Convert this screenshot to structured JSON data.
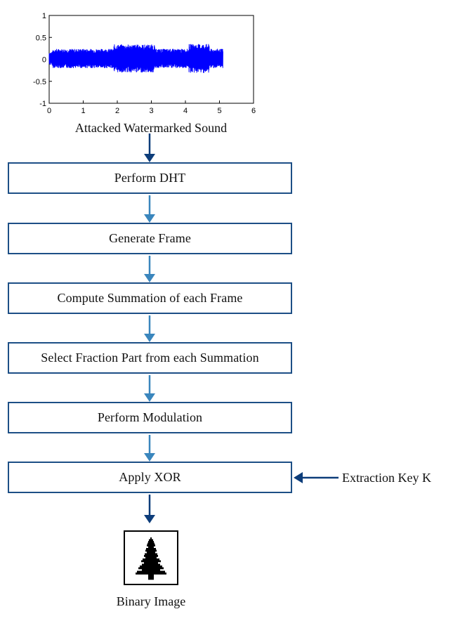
{
  "waveform": {
    "caption": "Attacked Watermarked Sound",
    "x_ticks": [
      "0",
      "1",
      "2",
      "3",
      "4",
      "5",
      "6"
    ],
    "y_ticks": [
      "1",
      "0.5",
      "0",
      "-0.5",
      "-1"
    ],
    "color": "#0000ff"
  },
  "steps": [
    {
      "label": "Perform DHT"
    },
    {
      "label": "Generate Frame"
    },
    {
      "label": "Compute Summation of each Frame"
    },
    {
      "label": "Select Fraction Part from each Summation"
    },
    {
      "label": "Perform Modulation"
    },
    {
      "label": "Apply XOR"
    }
  ],
  "key": {
    "label": "Extraction Key K"
  },
  "output": {
    "caption": "Binary Image"
  },
  "colors": {
    "box_border": "#1d4f86",
    "arrow_dark": "#0d3d7a",
    "arrow_light": "#3a86bd"
  }
}
